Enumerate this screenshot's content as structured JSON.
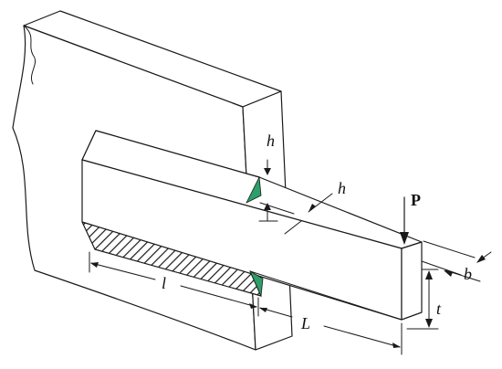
{
  "diagram": {
    "labels": {
      "weld_size_vertical": "h",
      "weld_size_diagonal": "h",
      "load": "P",
      "width": "b",
      "thickness": "t",
      "weld_length": "l",
      "overhang_length": "L"
    },
    "colors": {
      "weld_root": "#2e9e6a",
      "line": "#1a1a1a",
      "background": "#ffffff"
    }
  }
}
